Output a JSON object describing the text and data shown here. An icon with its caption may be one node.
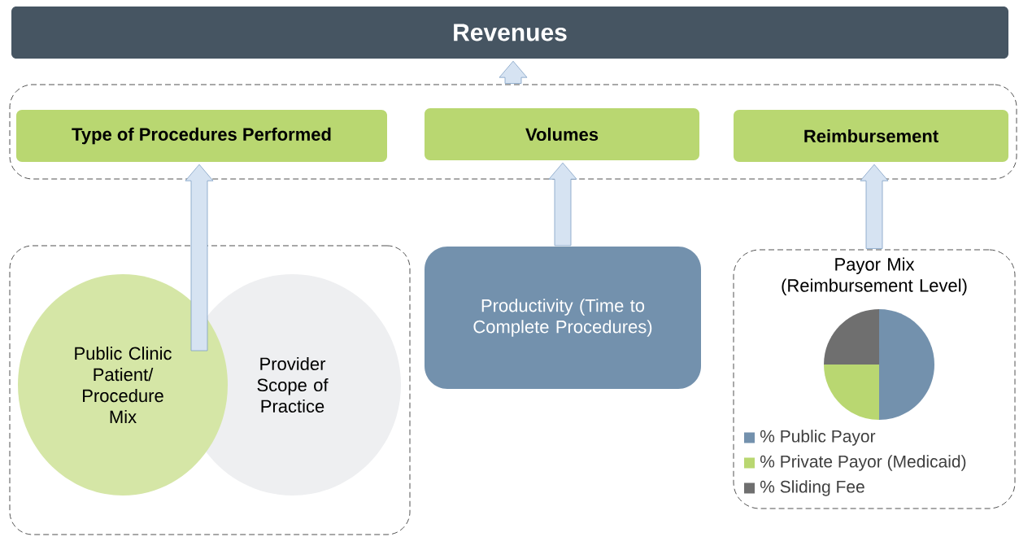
{
  "diagram": {
    "nodes": [
      {
        "text": [
          "Revenues"
        ]
      },
      {
        "text": [],
        "shape": "box"
      },
      {
        "text": [
          "Type of Procedures Performed"
        ],
        "in": 1
      },
      {
        "text": [
          "Volumes"
        ],
        "in": 1
      },
      {
        "text": [
          "Reimbursement"
        ],
        "in": 1
      },
      {
        "text": [],
        "shape": "box"
      },
      {
        "text": [
          "Public Clinic Patient/ Procedure Mix"
        ],
        "in": 5
      },
      {
        "text": [
          "Provider Scope of Practice"
        ],
        "in": 5
      },
      {
        "text": [
          "Productivity (Time to Complete Procedures)"
        ]
      },
      {
        "text": [
          "Payor Mix (Reimbursement Level)"
        ]
      }
    ],
    "edges": [
      {
        "from": 1,
        "to": 0,
        "arrow": "to"
      },
      {
        "from": 6,
        "to": 2,
        "arrow": "to"
      },
      {
        "from": 8,
        "to": 3,
        "arrow": "to"
      },
      {
        "from": 9,
        "to": 4,
        "arrow": "to"
      }
    ],
    "legend": [
      {
        "text": "% Public Payor",
        "color": "#7391ad"
      },
      {
        "text": "% Private Payor (Medicaid)",
        "color": "#b9d771"
      },
      {
        "text": "% Sliding Fee",
        "color": "#6f6f6f"
      }
    ]
  }
}
